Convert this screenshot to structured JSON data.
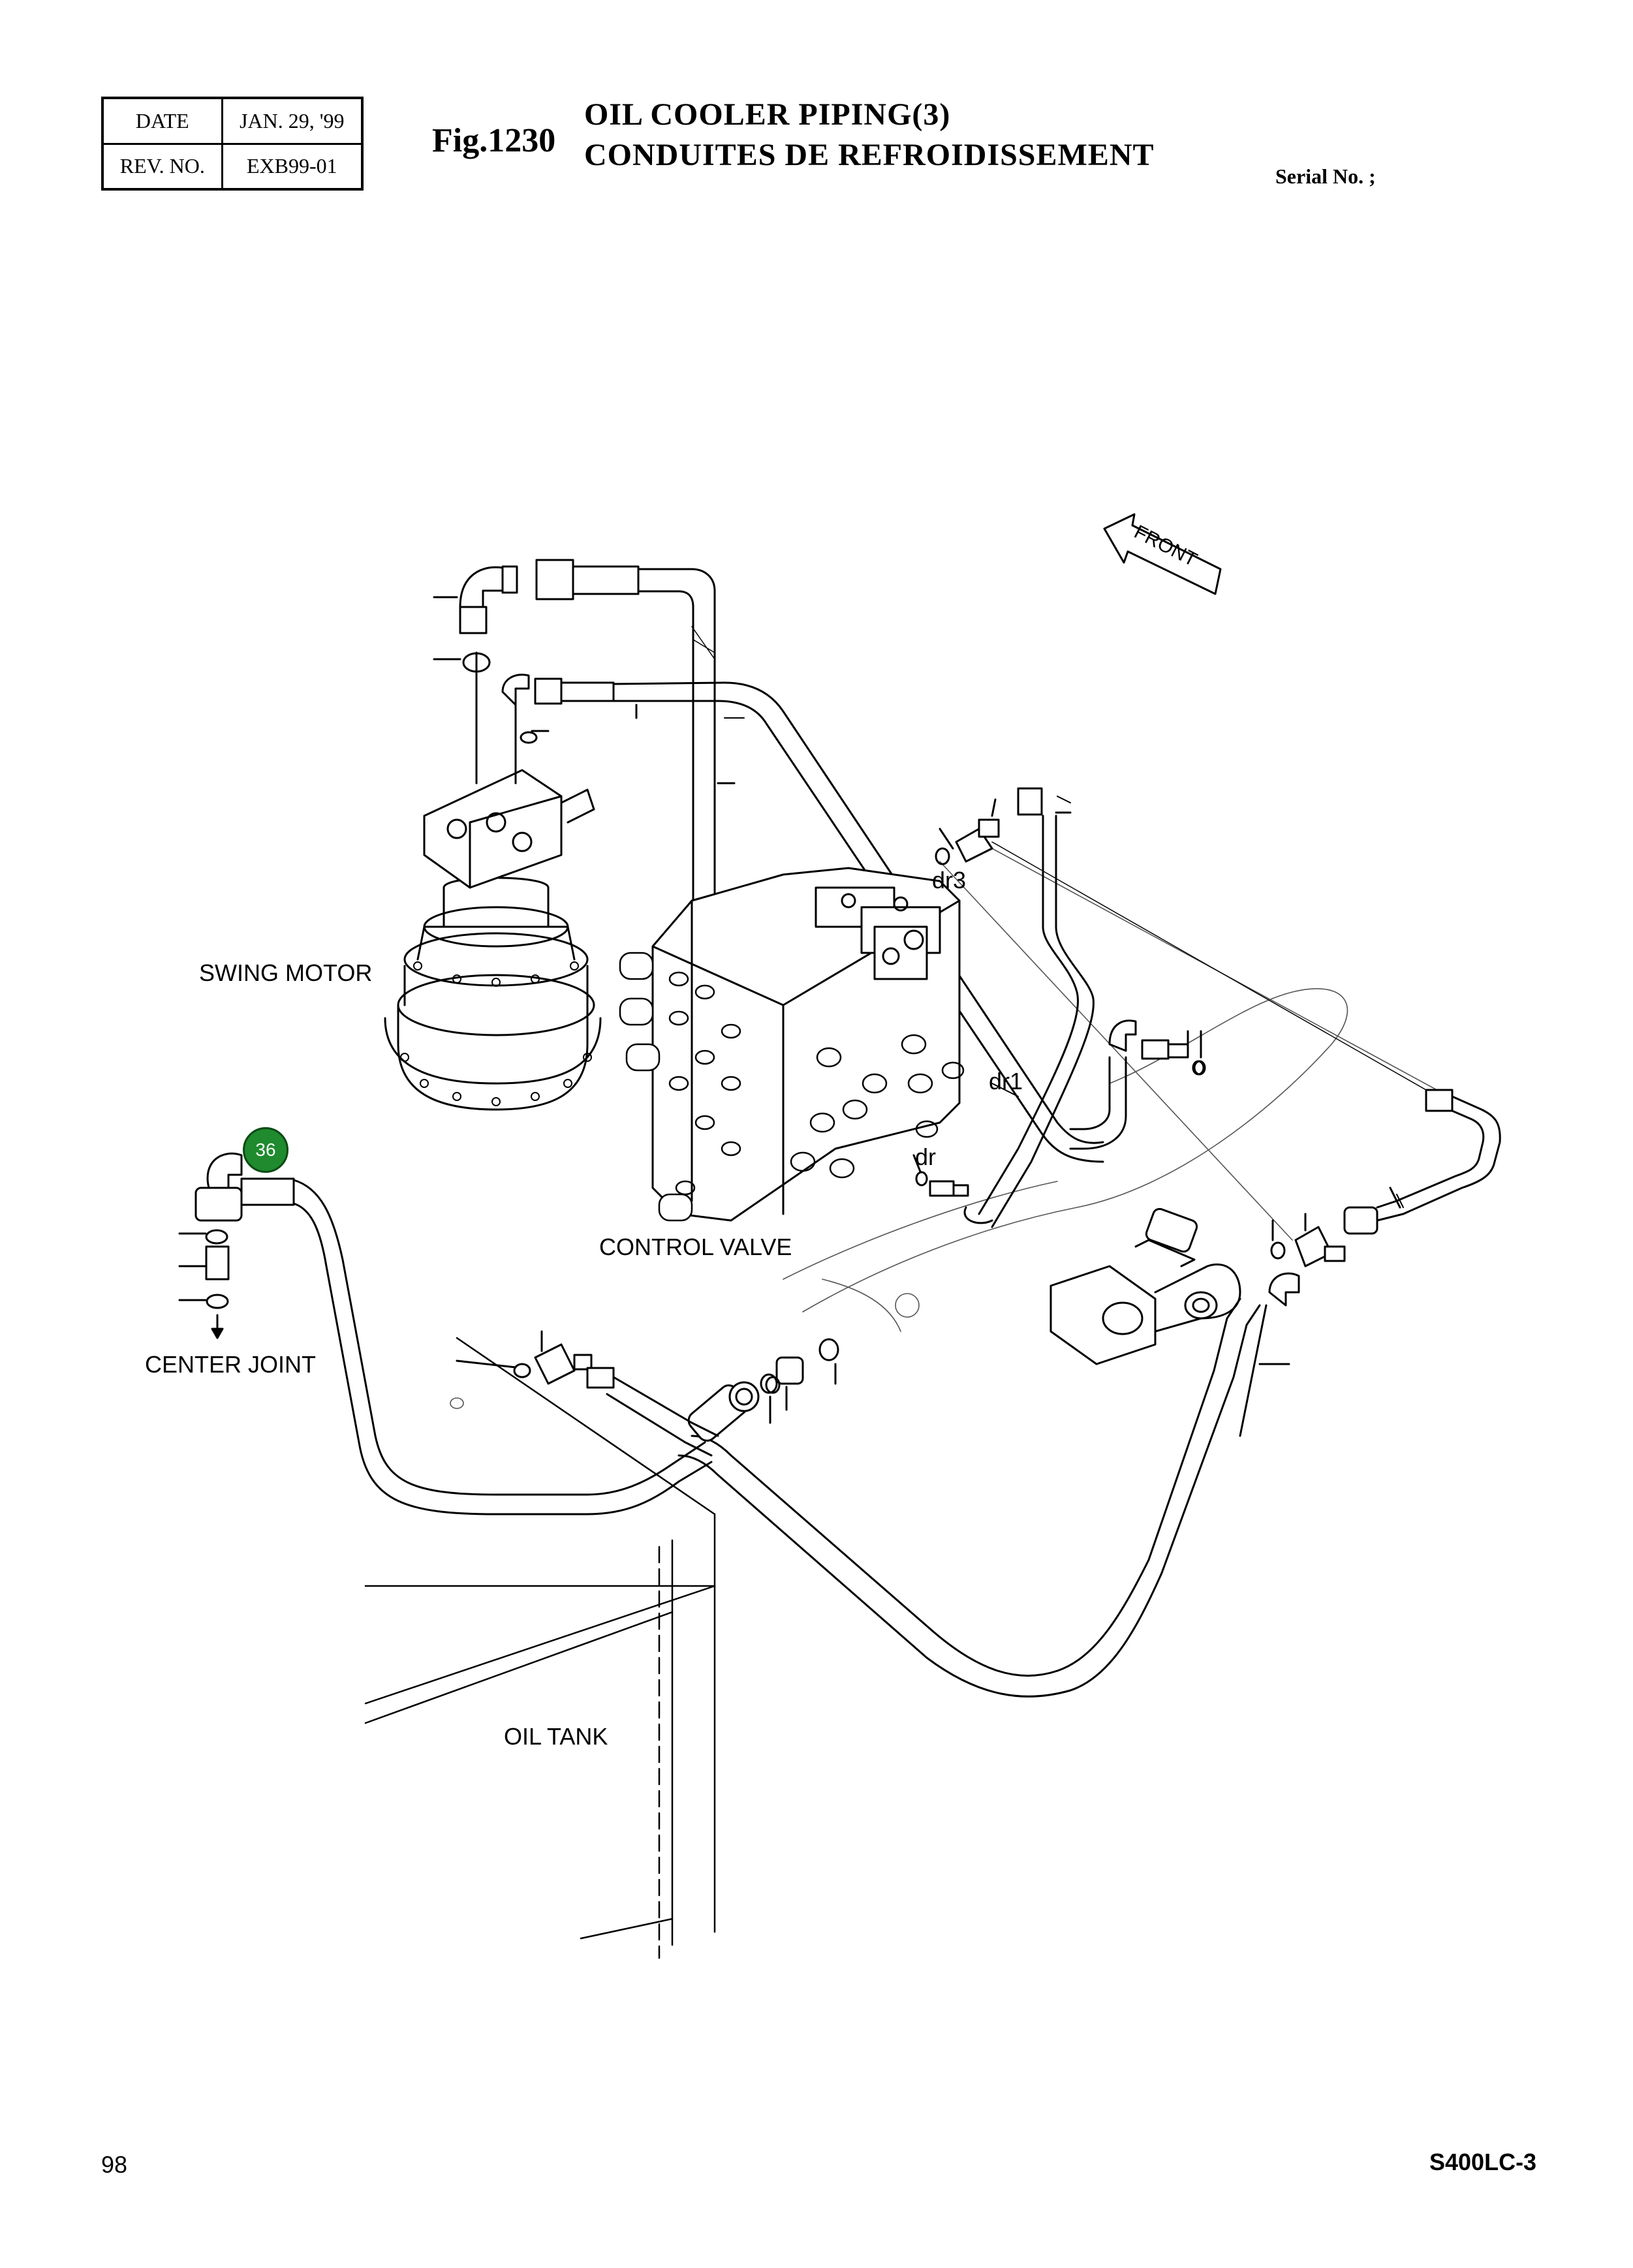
{
  "header": {
    "date_label": "DATE",
    "date_value": "JAN. 29, '99",
    "rev_label": "REV. NO.",
    "rev_value": "EXB99-01"
  },
  "figure": {
    "number": "Fig.1230",
    "title_en": "OIL COOLER PIPING(3)",
    "title_fr": "CONDUITES DE REFROIDISSEMENT",
    "serial": "Serial No. ;"
  },
  "labels": {
    "front": "FRONT",
    "swing_motor": "SWING MOTOR",
    "control_valve": "CONTROL VALVE",
    "center_joint": "CENTER JOINT",
    "oil_tank": "OIL TANK",
    "dr3": "dr3",
    "dr1": "dr1",
    "dr": "dr"
  },
  "callout": {
    "number": "36",
    "color": "#1f8a2e"
  },
  "footer": {
    "page": "98",
    "model": "S400LC-3"
  }
}
